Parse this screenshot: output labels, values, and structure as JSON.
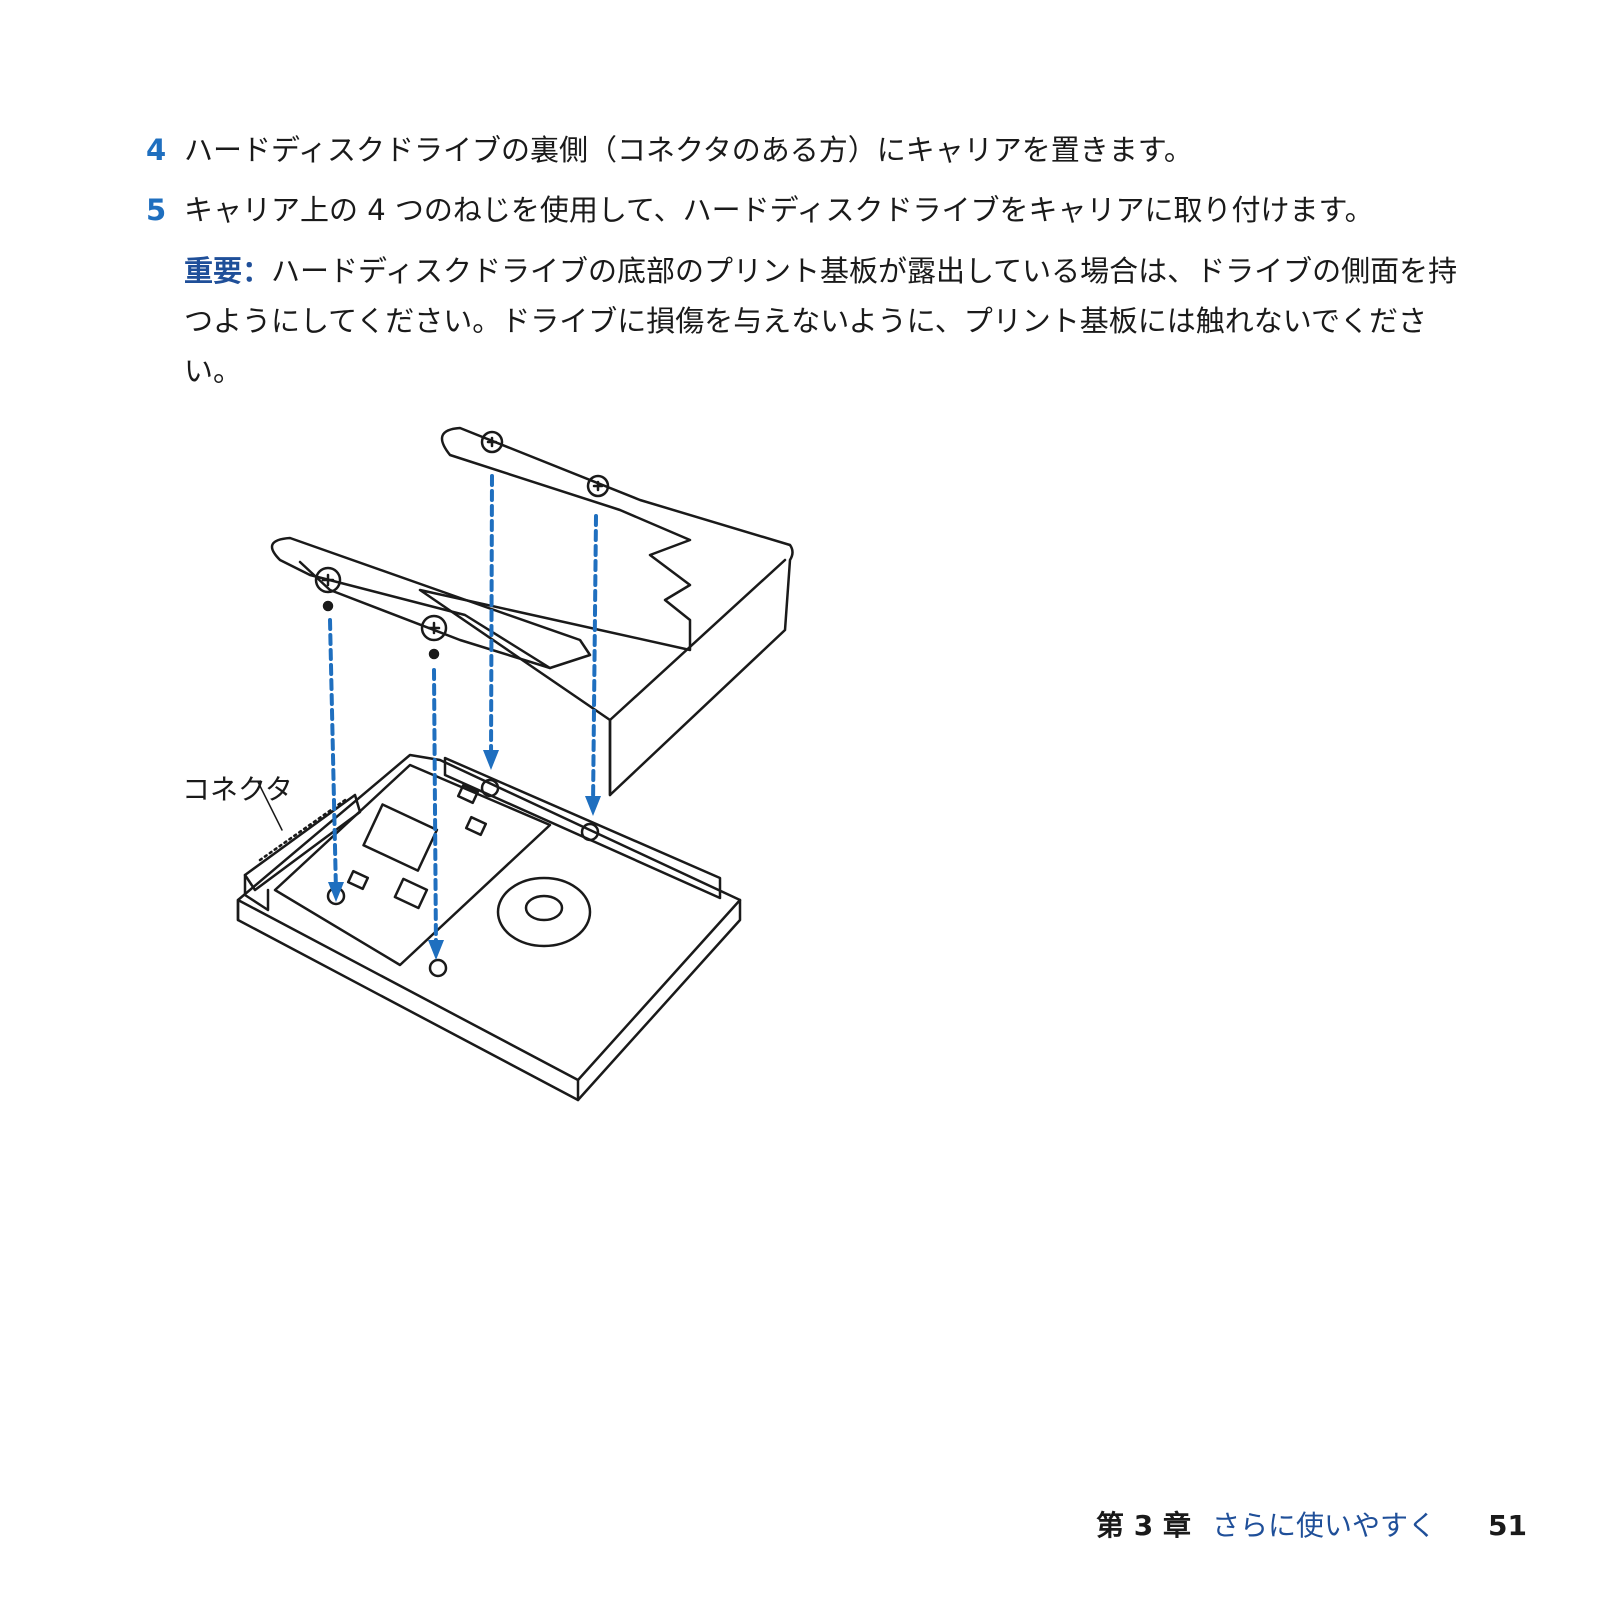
{
  "steps": [
    {
      "number": "4",
      "text": "ハードディスクドライブの裏側（コネクタのある方）にキャリアを置きます。"
    },
    {
      "number": "5",
      "text": "キャリア上の 4 つのねじを使用して、ハードディスクドライブをキャリアに取り付けます。"
    }
  ],
  "note": {
    "label": "重要：",
    "text": "ハードディスクドライブの底部のプリント基板が露出している場合は、ドライブの側面を持つようにしてください。ドライブに損傷を与えないように、プリント基板には触れないでください。"
  },
  "figure": {
    "callout": "コネクタ",
    "accent_color": "#1f6fbf"
  },
  "footer": {
    "chapter": "第 3 章",
    "chapter_title": "さらに使いやすく",
    "page_number": "51"
  }
}
